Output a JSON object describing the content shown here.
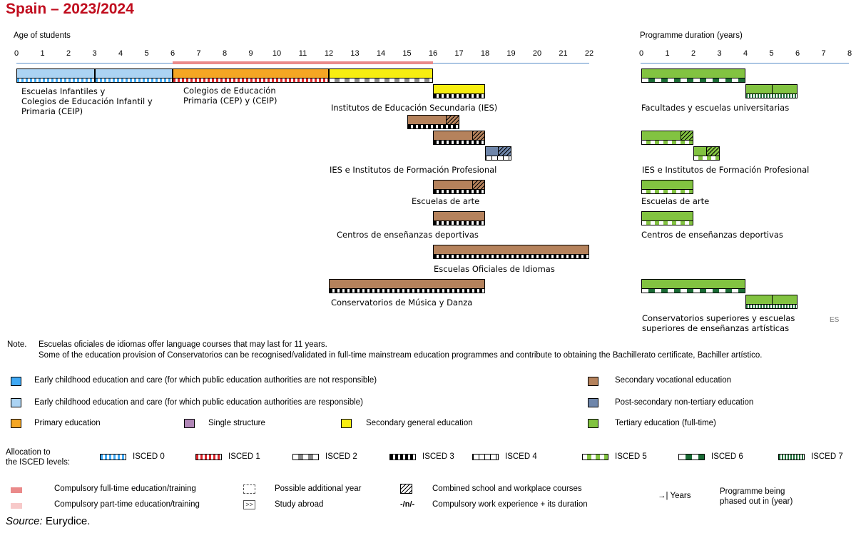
{
  "title": "Spain – 2023/2024",
  "age_axis": {
    "label": "Age of students",
    "ticks": [
      "0",
      "1",
      "2",
      "3",
      "4",
      "5",
      "6",
      "7",
      "8",
      "9",
      "10",
      "11",
      "12",
      "13",
      "14",
      "15",
      "16",
      "17",
      "18",
      "19",
      "20",
      "21",
      "22"
    ]
  },
  "duration_axis": {
    "label": "Programme duration (years)",
    "ticks": [
      "0",
      "1",
      "2",
      "3",
      "4",
      "5",
      "6",
      "7",
      "8"
    ]
  },
  "compulsory_span": [
    6,
    16
  ],
  "colors": {
    "ecec_not_responsible": "#3fa9f5",
    "ecec_responsible": "#abd3f3",
    "primary": "#f5a623",
    "single": "#b187b7",
    "secondary_general": "#f7ee10",
    "secondary_vocational": "#b5825c",
    "post_secondary": "#6f86aa",
    "tertiary": "#82c341",
    "compulsory_full": "#ea8a8a",
    "compulsory_part": "#f7c9c9"
  },
  "age_bars": [
    {
      "start": 0,
      "end": 3,
      "color": "ecec_responsible",
      "isced": "isced0"
    },
    {
      "start": 3,
      "end": 6,
      "color": "ecec_responsible",
      "isced": "isced0"
    },
    {
      "start": 6,
      "end": 12,
      "color": "primary",
      "isced": "isced1"
    },
    {
      "start": 12,
      "end": 16,
      "color": "secondary_general",
      "isced": "isced2"
    },
    {
      "start": 16,
      "end": 18,
      "color": "secondary_general",
      "isced": "isced3"
    },
    {
      "start": 15,
      "end": 17,
      "color": "secondary_vocational",
      "isced": "isced3",
      "hatch_from": 16.5
    },
    {
      "start": 16,
      "end": 18,
      "color": "secondary_vocational",
      "isced": "isced3",
      "hatch_from": 17.5
    },
    {
      "start": 18,
      "end": 19,
      "color": "post_secondary",
      "isced": "isced4",
      "hatch_from": 18.5
    },
    {
      "start": 16,
      "end": 18,
      "color": "secondary_vocational",
      "isced": "isced3",
      "hatch_from": 17.5
    },
    {
      "start": 16,
      "end": 18,
      "color": "secondary_vocational",
      "isced": "isced3"
    },
    {
      "start": 16,
      "end": 22,
      "color": "secondary_vocational",
      "isced": "isced3"
    },
    {
      "start": 12,
      "end": 18,
      "color": "secondary_vocational",
      "isced": "isced3"
    }
  ],
  "duration_bars": [
    {
      "start": 0,
      "end": 4,
      "color": "tertiary",
      "isced": "isced6"
    },
    {
      "start": 4,
      "end": 6,
      "color": "tertiary",
      "isced": "isced7",
      "divider": 5
    },
    {
      "start": 0,
      "end": 2,
      "color": "tertiary",
      "isced": "isced5",
      "hatch_from": 1.5
    },
    {
      "start": 2,
      "end": 3,
      "color": "tertiary",
      "isced": "isced5",
      "hatch_from": 2.5
    },
    {
      "start": 0,
      "end": 2,
      "color": "tertiary",
      "isced": "isced5"
    },
    {
      "start": 0,
      "end": 2,
      "color": "tertiary",
      "isced": "isced5"
    },
    {
      "start": 0,
      "end": 4,
      "color": "tertiary",
      "isced": "isced6"
    },
    {
      "start": 4,
      "end": 6,
      "color": "tertiary",
      "isced": "isced7",
      "divider": 5
    }
  ],
  "programmes": [
    "Escuelas Infantiles y\nColegios de Educación Infantil y\nPrimaria (CEIP)",
    "Colegios de Educación\nPrimaria (CEP) y (CEIP)",
    "Institutos de Educación Secundaria (IES)",
    "IES e Institutos de Formación Profesional",
    "Escuelas de arte",
    "Centros de enseñanzas deportivas",
    "Escuelas Oficiales de Idiomas",
    "Conservatorios de Música y Danza",
    "Facultades y escuelas universitarias",
    "IES e Institutos de Formación Profesional",
    "Escuelas de arte",
    "Centros de enseñanzas deportivas",
    "Conservatorios superiores y escuelas\nsuperiores de enseñanzas artísticas"
  ],
  "country_code": "ES",
  "note": {
    "label": "Note.",
    "lines": [
      "Escuelas oficiales de idiomas offer language courses that may last for 11 years.",
      "Some of the education provision of Conservatorios can be recognised/validated in full-time mainstream education programmes and contribute to obtaining the Bachillerato certificate, Bachiller artístico."
    ]
  },
  "legend": {
    "categories": [
      {
        "label": "Early childhood education and care (for which public education authorities are not responsible)",
        "color": "#3fa9f5"
      },
      {
        "label": "Early childhood education and care (for which public education authorities are responsible)",
        "color": "#abd3f3"
      },
      {
        "label": "Primary education",
        "color": "#f5a623"
      },
      {
        "label": "Single structure",
        "color": "#b187b7"
      },
      {
        "label": "Secondary general education",
        "color": "#f7ee10"
      },
      {
        "label": "Secondary vocational education",
        "color": "#b5825c"
      },
      {
        "label": "Post-secondary non-tertiary education",
        "color": "#6f86aa"
      },
      {
        "label": "Tertiary education (full-time)",
        "color": "#82c341"
      }
    ],
    "allocation_label": "Allocation to\nthe ISCED levels:",
    "isced": [
      "ISCED 0",
      "ISCED 1",
      "ISCED 2",
      "ISCED 3",
      "ISCED 4",
      "ISCED 5",
      "ISCED 6",
      "ISCED 7"
    ],
    "compulsory_full": "Compulsory full-time education/training",
    "compulsory_part": "Compulsory part-time education/training",
    "possible_year": "Possible additional year",
    "study_abroad": "Study abroad",
    "study_abroad_symbol": ">>",
    "combined": "Combined school and workplace courses",
    "work_symbol": "-/n/-",
    "work_experience": "Compulsory work experience + its duration",
    "years_symbol": "→| Years",
    "phased_out": "Programme being\nphased out in (year)"
  },
  "source": {
    "label": "Source:",
    "text": " Eurydice."
  }
}
